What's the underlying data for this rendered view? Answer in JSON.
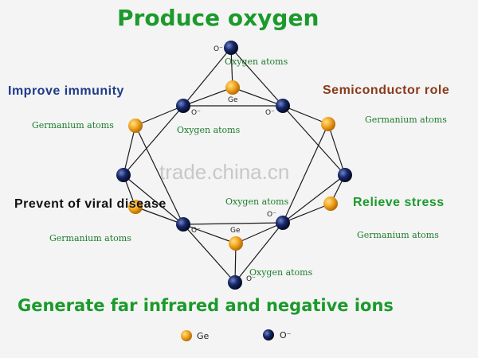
{
  "title": "Produce   oxygen",
  "footer": "Generate  far  infrared  and  negative  ions",
  "benefits": {
    "left_top": "Improve  immunity",
    "right_top": "Semiconductor  role",
    "left_bottom": "Prevent  of  viral  disease",
    "right_bottom": "Relieve  stress"
  },
  "atom_labels": {
    "oxygen_top": "Oxygen atoms",
    "oxygen_center_top": "Oxygen atoms",
    "oxygen_center_mid": "Oxygen atoms",
    "oxygen_bottom": "Oxygen atoms",
    "germanium_left_top": "Germanium atoms",
    "germanium_right_top": "Germanium atoms",
    "germanium_left_bottom": "Germanium atoms",
    "germanium_right_bottom": "Germanium atoms"
  },
  "ion_symbol": "O⁻",
  "ge_symbol": "Ge",
  "legend": {
    "ge": "Ge",
    "oxygen": "O⁻"
  },
  "watermark": "trade.china.cn",
  "colors": {
    "headline": "#1c9a2c",
    "blue": "#1f3a8a",
    "brown": "#8b3a1a",
    "ge": "#f0a41c",
    "oxygen": "#0d1b4c"
  }
}
